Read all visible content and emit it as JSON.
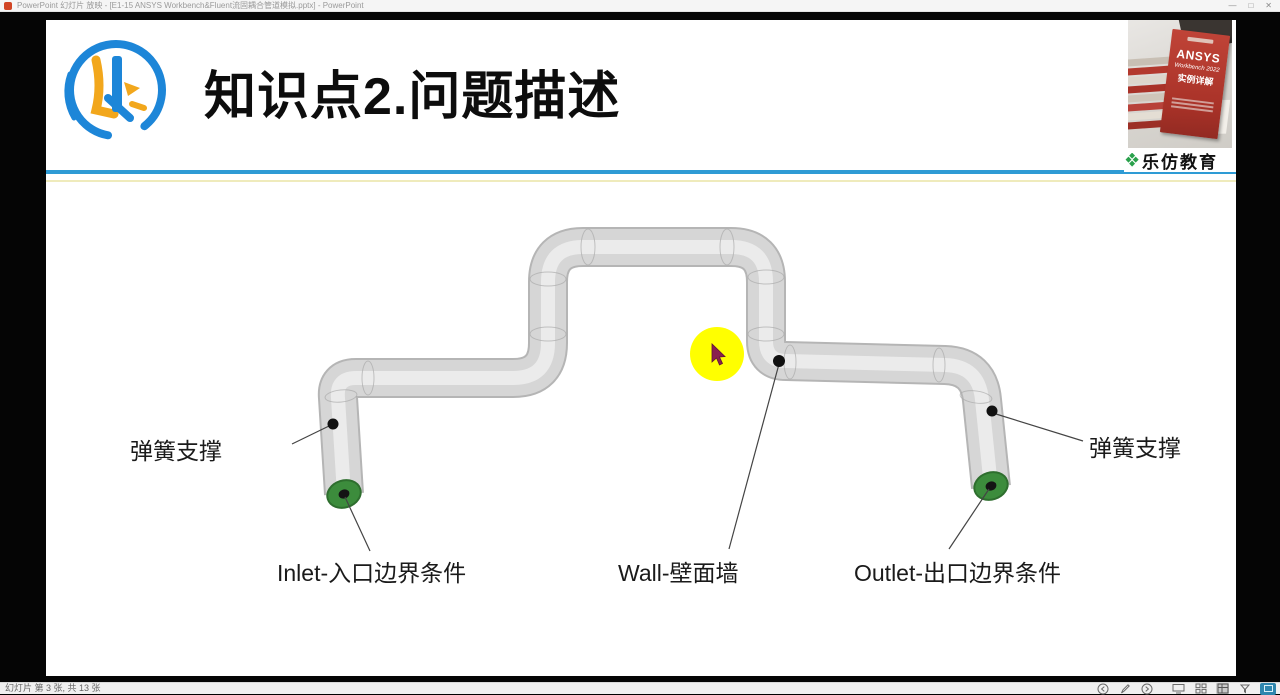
{
  "window": {
    "title": "PowerPoint 幻灯片 放映  -  [E1-15 ANSYS Workbench&Fluent流固耦合管道模拟.pptx] - PowerPoint",
    "minimize_label": "—",
    "maximize_label": "□",
    "close_label": "✕"
  },
  "slide": {
    "title": "知识点2.问题描述",
    "colors": {
      "header_blue": "#2e9bd5",
      "header_yellow": "#e8e2a0",
      "pipe_gray": "#d6d6d6",
      "pipe_edge": "#b9b9b9",
      "cap_green": "#3c8c3c",
      "pointer_yellow": "#ffff00",
      "book_red": "#a93228"
    },
    "brand": {
      "org_name": "乐仿教育",
      "logo_icon": "letu-brush-logo",
      "diamond_icon": "green-diamond-logo"
    },
    "book": {
      "line1": "ANSYS",
      "line2": "Workbench 2022",
      "line3": "实例详解"
    },
    "labels": {
      "spring_left": "弹簧支撑",
      "spring_right": "弹簧支撑",
      "inlet": "Inlet-入口边界条件",
      "wall": "Wall-壁面墙",
      "outlet": "Outlet-出口边界条件"
    }
  },
  "statusbar": {
    "position_text": "幻灯片 第 3 张, 共 13 张",
    "icons": [
      "prev-slide-icon",
      "pen-icon",
      "next-slide-icon",
      "slideshow-view-icon",
      "grid-view-icon",
      "zoom-view-icon",
      "menu-flag-icon"
    ]
  }
}
